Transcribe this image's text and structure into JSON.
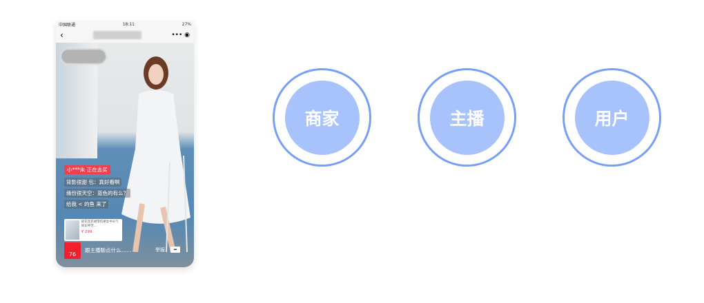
{
  "phone": {
    "status": {
      "carrier": "中国联通",
      "time": "18:11",
      "battery": "27%"
    },
    "live": {
      "buying_notice": "小***朱 正在去买",
      "messages": [
        "背影很甜 包：真好看啊",
        "缘份很天空：蓝色的有么？",
        "给我 < 的鱼 来了"
      ],
      "product": {
        "title": "碎花连衣裙雪纺裙女中长气质女神范...",
        "price": "¥ 299"
      },
      "cart_count": "76",
      "chat_placeholder": "跟主播聊点什么……",
      "report_label": "举报"
    }
  },
  "roles": [
    "商家",
    "主播",
    "用户"
  ]
}
